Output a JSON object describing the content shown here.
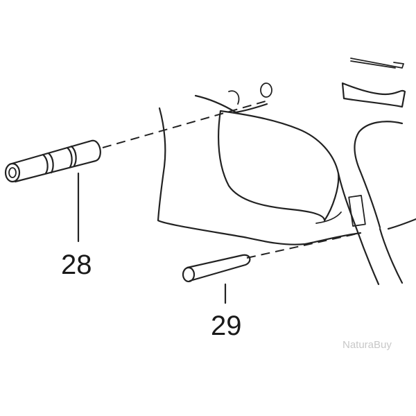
{
  "callouts": {
    "part_a": "28",
    "part_b": "29"
  },
  "watermark": {
    "text": "NaturaBuy"
  },
  "colors": {
    "ink": "#222222",
    "background": "#ffffff",
    "watermark": "#c8c8c8"
  }
}
